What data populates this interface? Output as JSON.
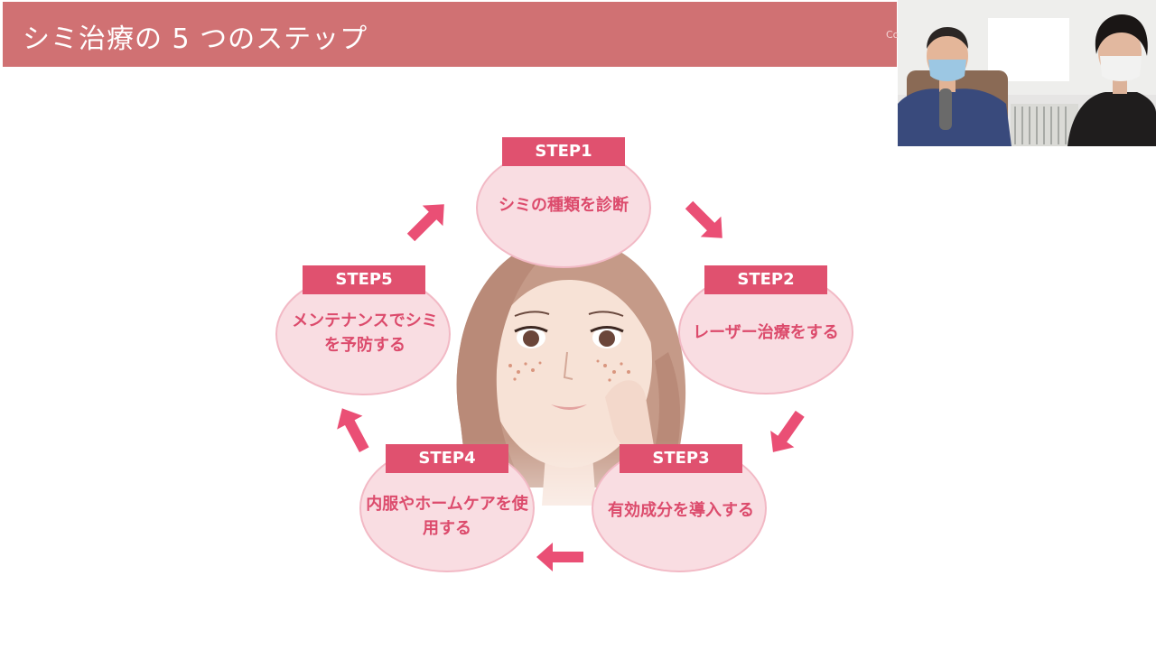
{
  "slide": {
    "title": "シミ治療の 5 つのステップ",
    "copyright": "Co",
    "steps": [
      {
        "label": "STEP1",
        "text": "シミの種類を診断"
      },
      {
        "label": "STEP2",
        "text": "レーザー治療をする"
      },
      {
        "label": "STEP3",
        "text": "有効成分を導入する"
      },
      {
        "label": "STEP4",
        "text": "内服やホームケアを使用する"
      },
      {
        "label": "STEP5",
        "text": "メンテナンスでシミを予防する"
      }
    ]
  },
  "colors": {
    "title_bar": "#d07173",
    "step_label": "#e0516f",
    "step_text": "#dc4b6c",
    "circle_fill": "#f9dde2",
    "arrow": "#ea4f75"
  }
}
